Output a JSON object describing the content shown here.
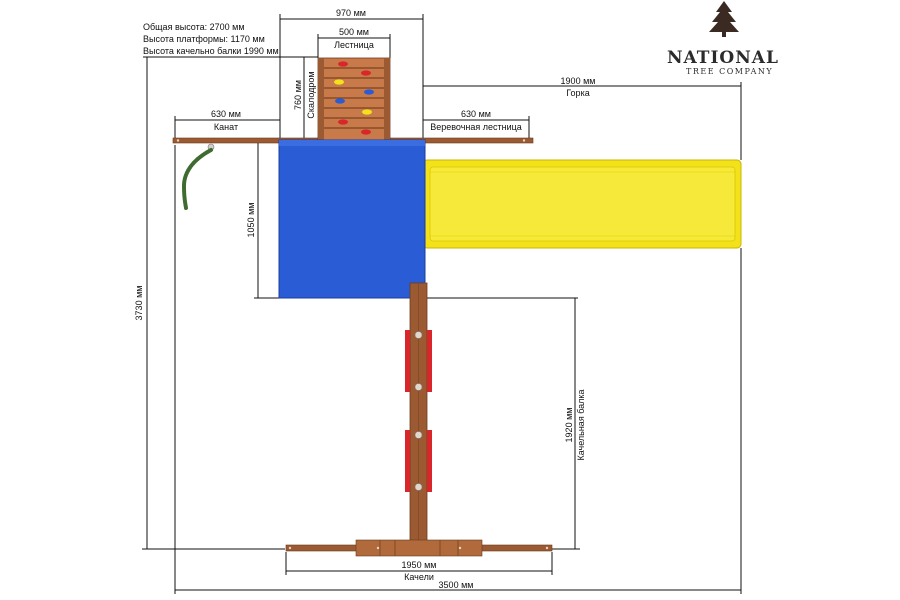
{
  "specs": [
    "Общая высота: 2700 мм",
    "Высота платформы: 1170 мм",
    "Высота качельно балки 1990 мм"
  ],
  "brand": {
    "name": "NATIONAL",
    "sub": "TREE COMPANY"
  },
  "dims": {
    "top_width": "970 мм",
    "ladder_width": "500 мм",
    "ladder": "Лестница",
    "wall_height": "760 мм",
    "wall": "Скалодром",
    "slide_length": "1900 мм",
    "slide": "Горка",
    "rope_len": "630 мм",
    "rope": "Канат",
    "rope_ladder_len": "630 мм",
    "rope_ladder": "Веревочная лестница",
    "platform_depth": "1050 мм",
    "total_depth": "3730 мм",
    "beam_len": "1920 мм",
    "beam": "Качельная балка",
    "swing_width": "1950 мм",
    "swings": "Качели",
    "total_width": "3500 мм"
  },
  "colors": {
    "platform": "#2a5cd6",
    "slide": "#f3e21a",
    "wood": "#9b5a32",
    "swing_panel": "#d8262b",
    "hold_colors": [
      "#d8262b",
      "#f3e21a",
      "#2a5cd6"
    ],
    "rope": "#3f6b30"
  }
}
